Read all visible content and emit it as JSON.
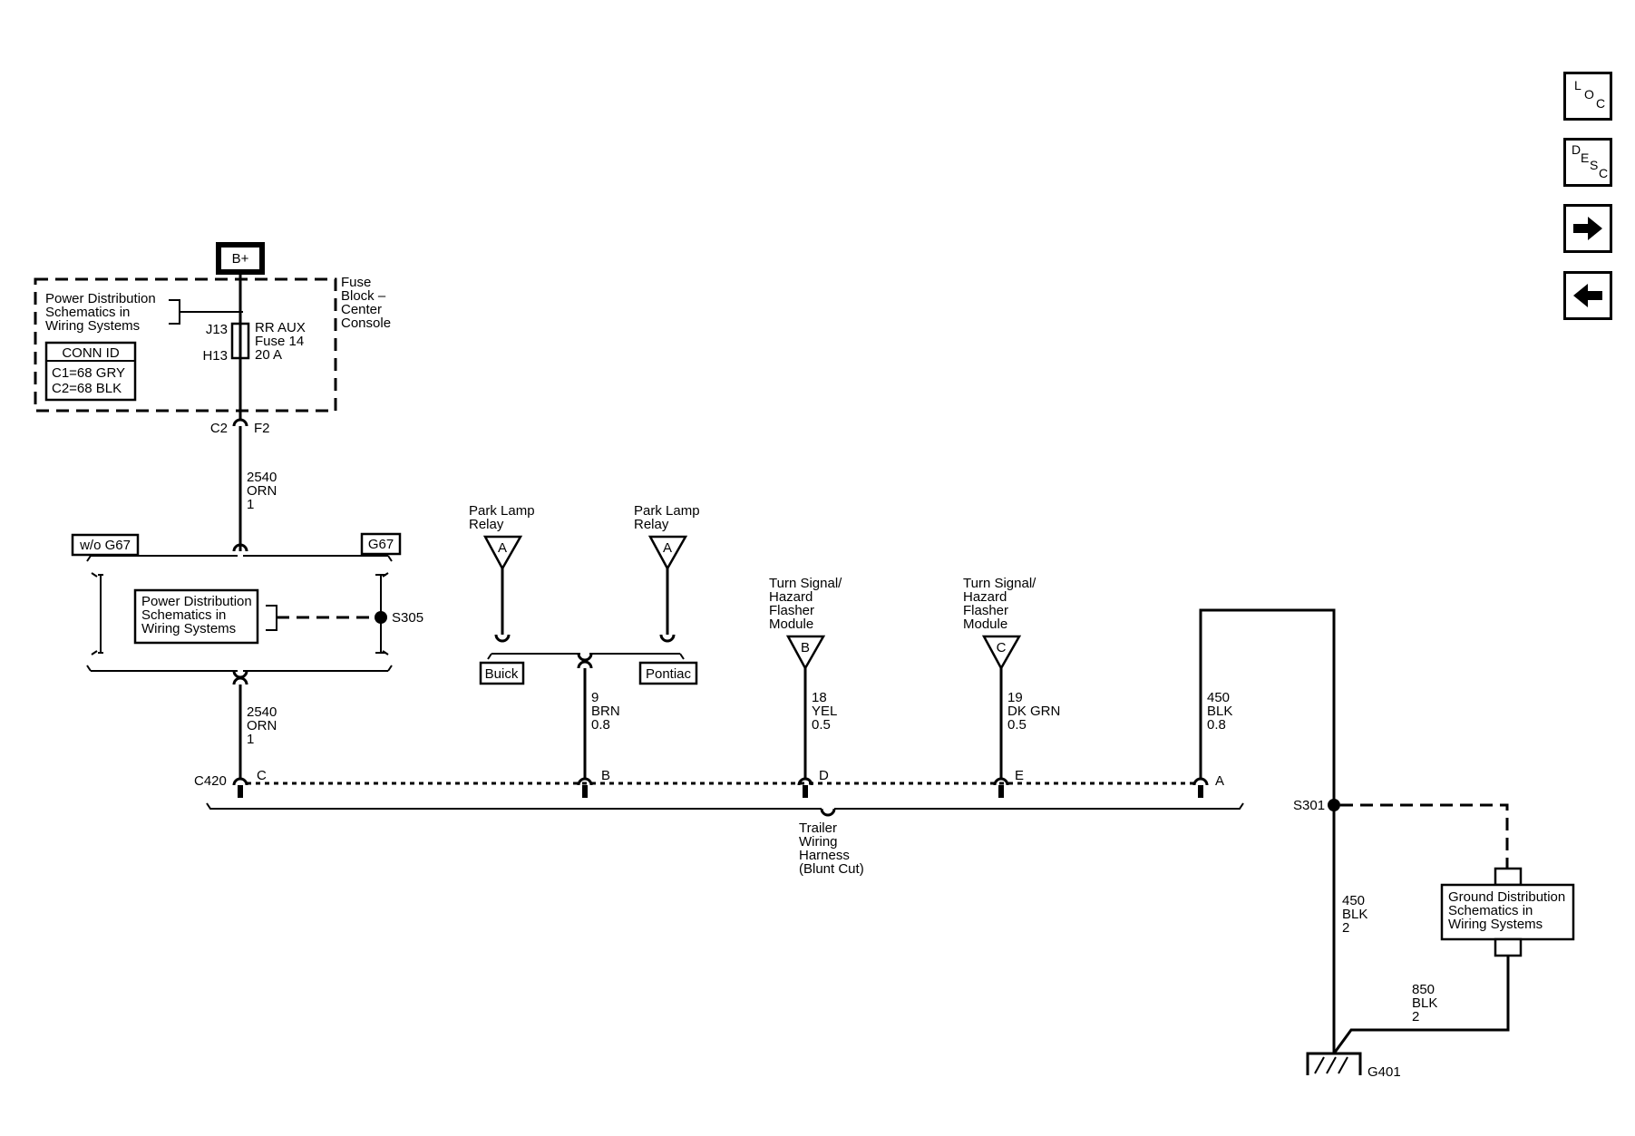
{
  "supply": "B+",
  "fuse_block": {
    "name_lines": [
      "Fuse",
      "Block –",
      "Center",
      "Console"
    ],
    "power_ref_lines": [
      "Power Distribution",
      "Schematics in",
      "Wiring  Systems"
    ],
    "conn_id": {
      "title": "CONN ID",
      "rows": [
        "C1=68 GRY",
        "C2=68 BLK"
      ]
    },
    "fuse_pin_top": "J13",
    "fuse_pin_bottom": "H13",
    "fuse_label_lines": [
      "RR AUX",
      "Fuse 14",
      "20 A"
    ],
    "connector_left": "C2",
    "connector_right": "F2"
  },
  "wire_upper": [
    "2540",
    "ORN",
    "1"
  ],
  "options": {
    "without": "w/o G67",
    "with": "G67"
  },
  "splice_block": {
    "ref_lines": [
      "Power Distribution",
      "Schematics in",
      "Wiring  Systems"
    ],
    "splice": "S305"
  },
  "wire_lower": [
    "2540",
    "ORN",
    "1"
  ],
  "park_lamp_relays": [
    {
      "label_lines": [
        "Park Lamp",
        "Relay"
      ],
      "pin": "A"
    },
    {
      "label_lines": [
        "Park Lamp",
        "Relay"
      ],
      "pin": "A"
    }
  ],
  "brands": {
    "left": "Buick",
    "right": "Pontiac"
  },
  "wire_9": [
    "9",
    "BRN",
    "0.8"
  ],
  "flasher_modules": [
    {
      "label_lines": [
        "Turn Signal/",
        "Hazard",
        "Flasher",
        "Module"
      ],
      "pin": "B",
      "wire": [
        "18",
        "YEL",
        "0.5"
      ]
    },
    {
      "label_lines": [
        "Turn Signal/",
        "Hazard",
        "Flasher",
        "Module"
      ],
      "pin": "C",
      "wire": [
        "19",
        "DK GRN",
        "0.5"
      ]
    }
  ],
  "wire_450_top": [
    "450",
    "BLK",
    "0.8"
  ],
  "connector_c420": {
    "name": "C420",
    "pins": [
      "C",
      "B",
      "D",
      "E",
      "A"
    ]
  },
  "harness_label_lines": [
    "Trailer",
    "Wiring",
    "Harness",
    "(Blunt Cut)"
  ],
  "splice_s301": "S301",
  "wire_450_bottom": [
    "450",
    "BLK",
    "2"
  ],
  "ground_ref_lines": [
    "Ground Distribution",
    "Schematics in",
    "Wiring Systems"
  ],
  "wire_850": [
    "850",
    "BLK",
    "2"
  ],
  "ground": "G401",
  "nav": {
    "loc": [
      "L",
      "O",
      "C"
    ],
    "desc": [
      "D",
      "E",
      "S",
      "C"
    ],
    "next_icon": "right-arrow-icon",
    "prev_icon": "left-arrow-icon"
  }
}
